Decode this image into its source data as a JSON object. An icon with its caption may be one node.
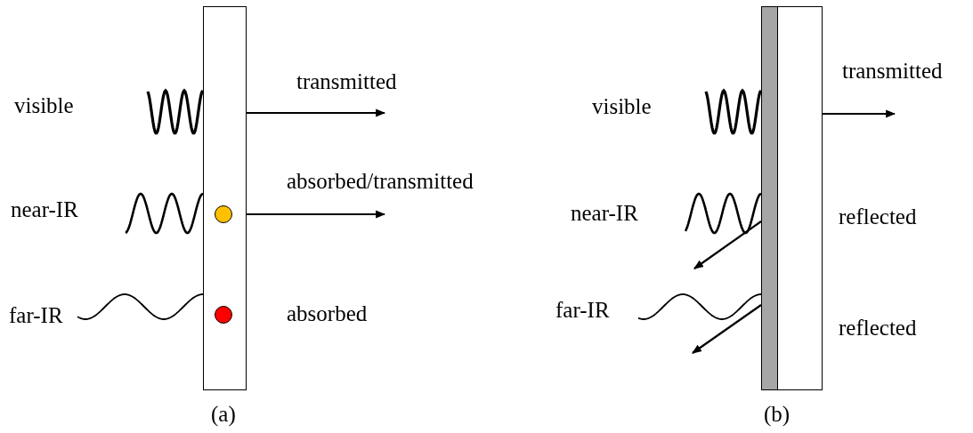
{
  "diagram": {
    "nodes": [
      {
        "text": [],
        "shape": "box"
      },
      {
        "text": [],
        "shape": "bar"
      },
      {
        "text": [],
        "shape": "box"
      }
    ],
    "edges": [
      {
        "from": 0,
        "to": null,
        "arrow": "to"
      },
      {
        "from": 0,
        "to": null,
        "arrow": "to"
      },
      {
        "from": 2,
        "to": null,
        "arrow": "to"
      },
      {
        "from": 1,
        "to": null,
        "arrow": "to"
      },
      {
        "from": 1,
        "to": null,
        "arrow": "to"
      }
    ],
    "labels": [
      "visible",
      "transmitted",
      "near-IR",
      "absorbed/transmitted",
      "far-IR",
      "absorbed",
      "(a)",
      "visible",
      "transmitted",
      "near-IR",
      "reflected",
      "far-IR",
      "reflected",
      "(b)"
    ]
  }
}
